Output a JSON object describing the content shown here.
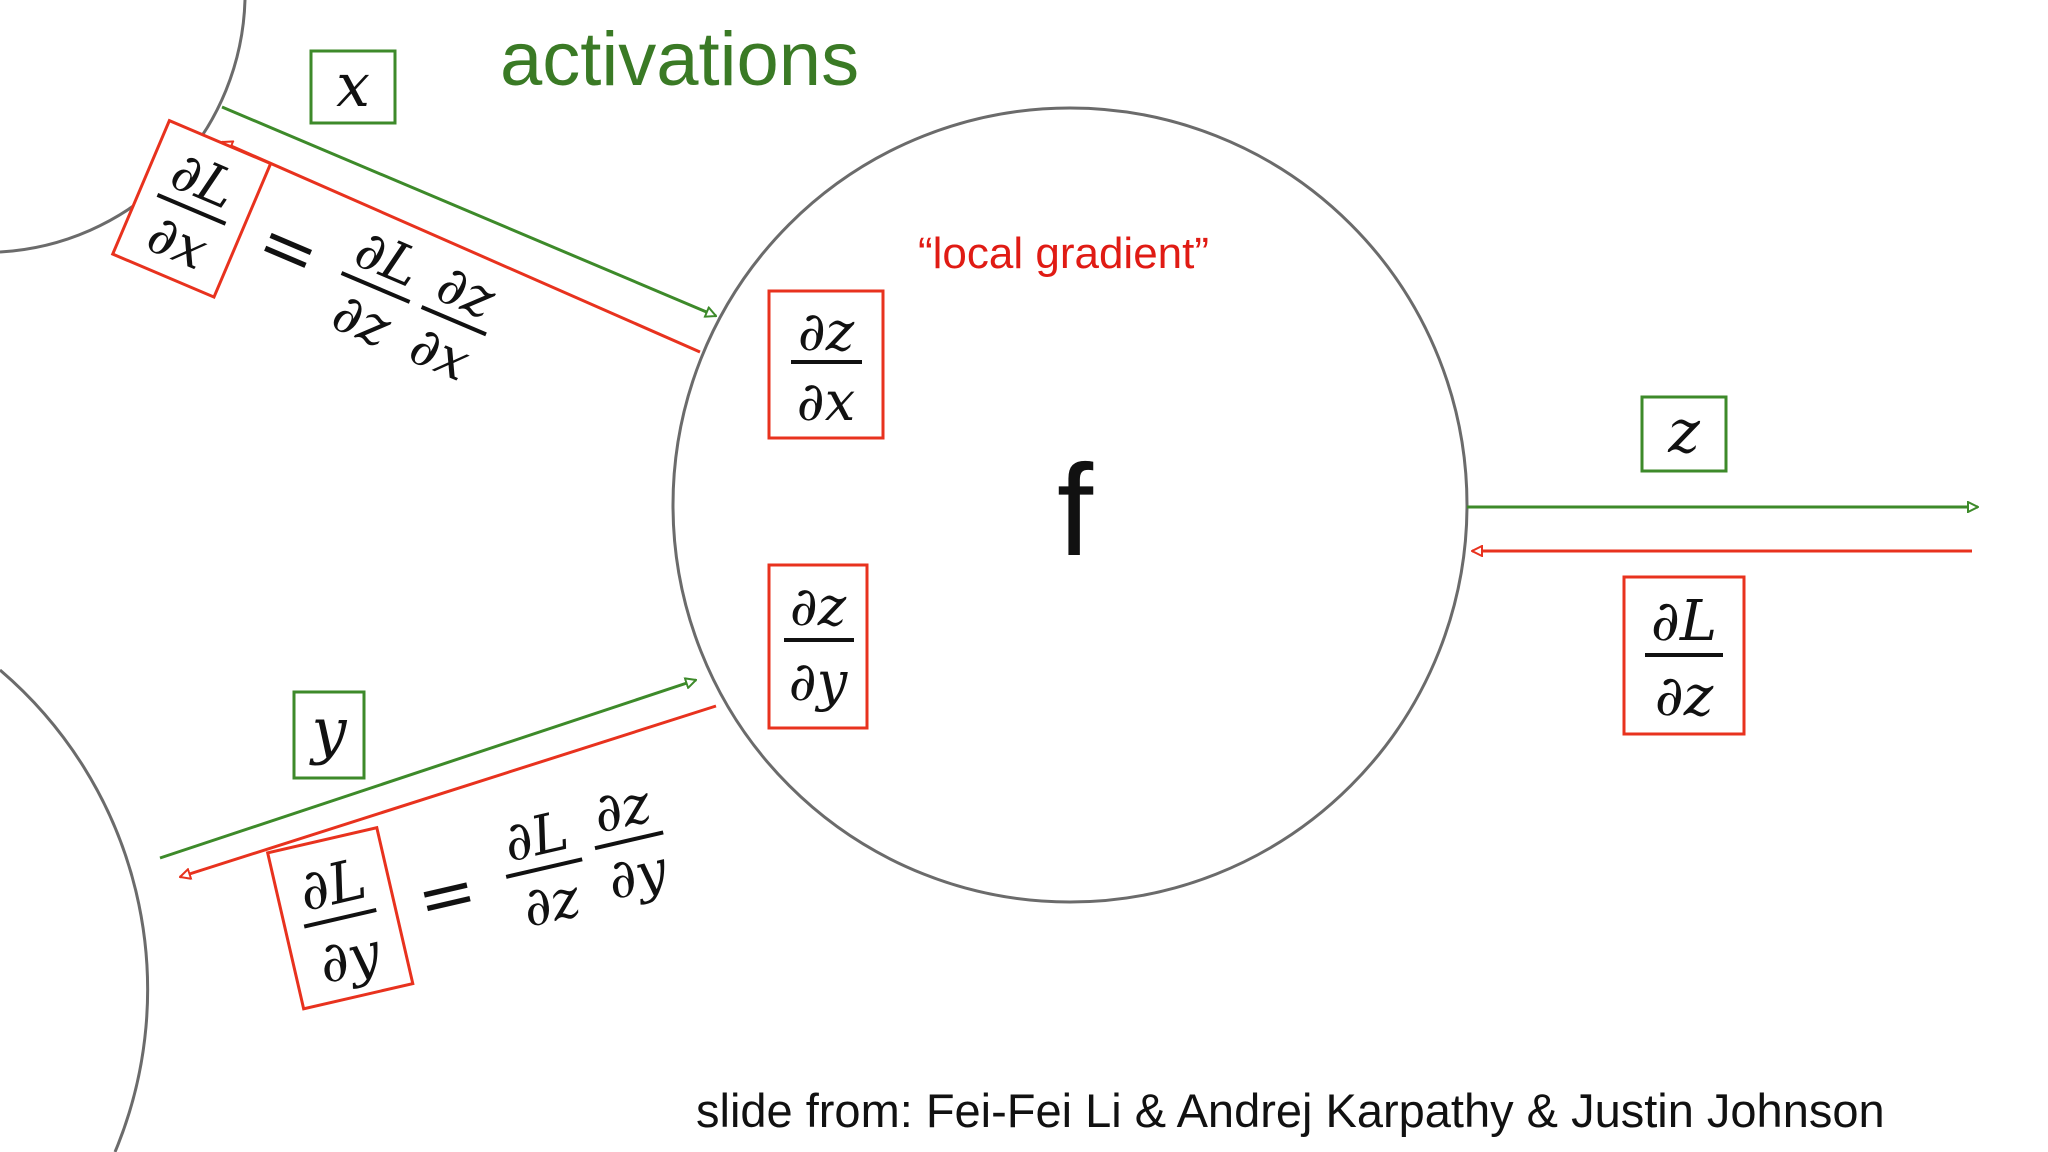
{
  "title": "activations",
  "local_gradient_label": "“local gradient”",
  "function_label": "f",
  "credit": "slide from: Fei-Fei Li & Andrej Karpathy & Justin Johnson",
  "variables": {
    "x": "x",
    "y": "y",
    "z": "z"
  },
  "fractions": {
    "dz_dx": {
      "num": "∂z",
      "den": "∂x"
    },
    "dz_dy": {
      "num": "∂z",
      "den": "∂y"
    },
    "dL_dz": {
      "num": "∂L",
      "den": "∂z"
    },
    "dL_dx": {
      "num": "∂L",
      "den": "∂x"
    },
    "dL_dy": {
      "num": "∂L",
      "den": "∂y"
    }
  },
  "equals": "=",
  "colors": {
    "forward": "#3d8a2a",
    "backward": "#e8321e",
    "title": "#3a7a25",
    "local_gradient": "#e01b14",
    "circle_stroke": "#6b6b6b",
    "text": "#111111"
  }
}
